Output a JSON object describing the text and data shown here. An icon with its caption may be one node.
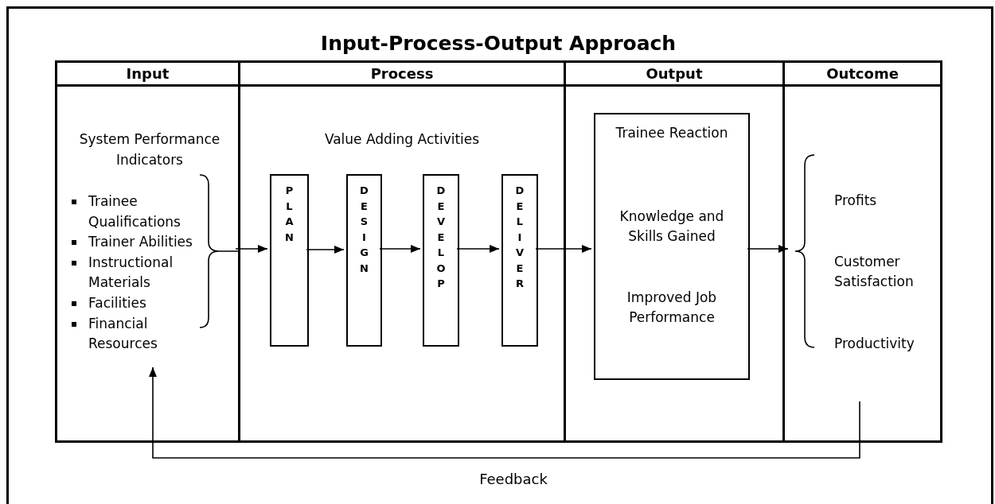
{
  "diagram": {
    "title": "Input-Process-Output Approach",
    "nodes": [
      {
        "text": [
          "Input"
        ]
      },
      {
        "text": [
          "Process",
          "Value Adding Activities"
        ]
      },
      {
        "text": [
          "Output"
        ]
      },
      {
        "text": [
          "Outcome"
        ]
      },
      {
        "text": [
          "System Performance Indicators",
          "Trainee Qualifications",
          "Trainer Abilities",
          "Instructional Materials",
          "Facilities",
          "Financial Resources"
        ],
        "in": 0
      },
      {
        "text": [
          "PLAN"
        ],
        "in": 1
      },
      {
        "text": [
          "DESIGN"
        ],
        "in": 1
      },
      {
        "text": [
          "DEVELOP"
        ],
        "in": 1
      },
      {
        "text": [
          "DELIVER"
        ],
        "in": 1
      },
      {
        "text": [
          "Trainee Reaction",
          "Knowledge and Skills Gained",
          "Improved Job Performance"
        ],
        "in": 2
      },
      {
        "text": [
          "Profits",
          "Customer Satisfaction",
          "Productivity"
        ],
        "in": 3
      }
    ],
    "edges": [
      {
        "from": 4,
        "to": 5,
        "arrow": "to"
      },
      {
        "from": 5,
        "to": 6,
        "arrow": "to"
      },
      {
        "from": 6,
        "to": 7,
        "arrow": "to"
      },
      {
        "from": 7,
        "to": 8,
        "arrow": "to"
      },
      {
        "from": 8,
        "to": 9,
        "arrow": "to"
      },
      {
        "from": 9,
        "to": 10,
        "arrow": "to"
      },
      {
        "from": 10,
        "to": 4,
        "arrow": "to",
        "label": "Feedback"
      }
    ]
  }
}
